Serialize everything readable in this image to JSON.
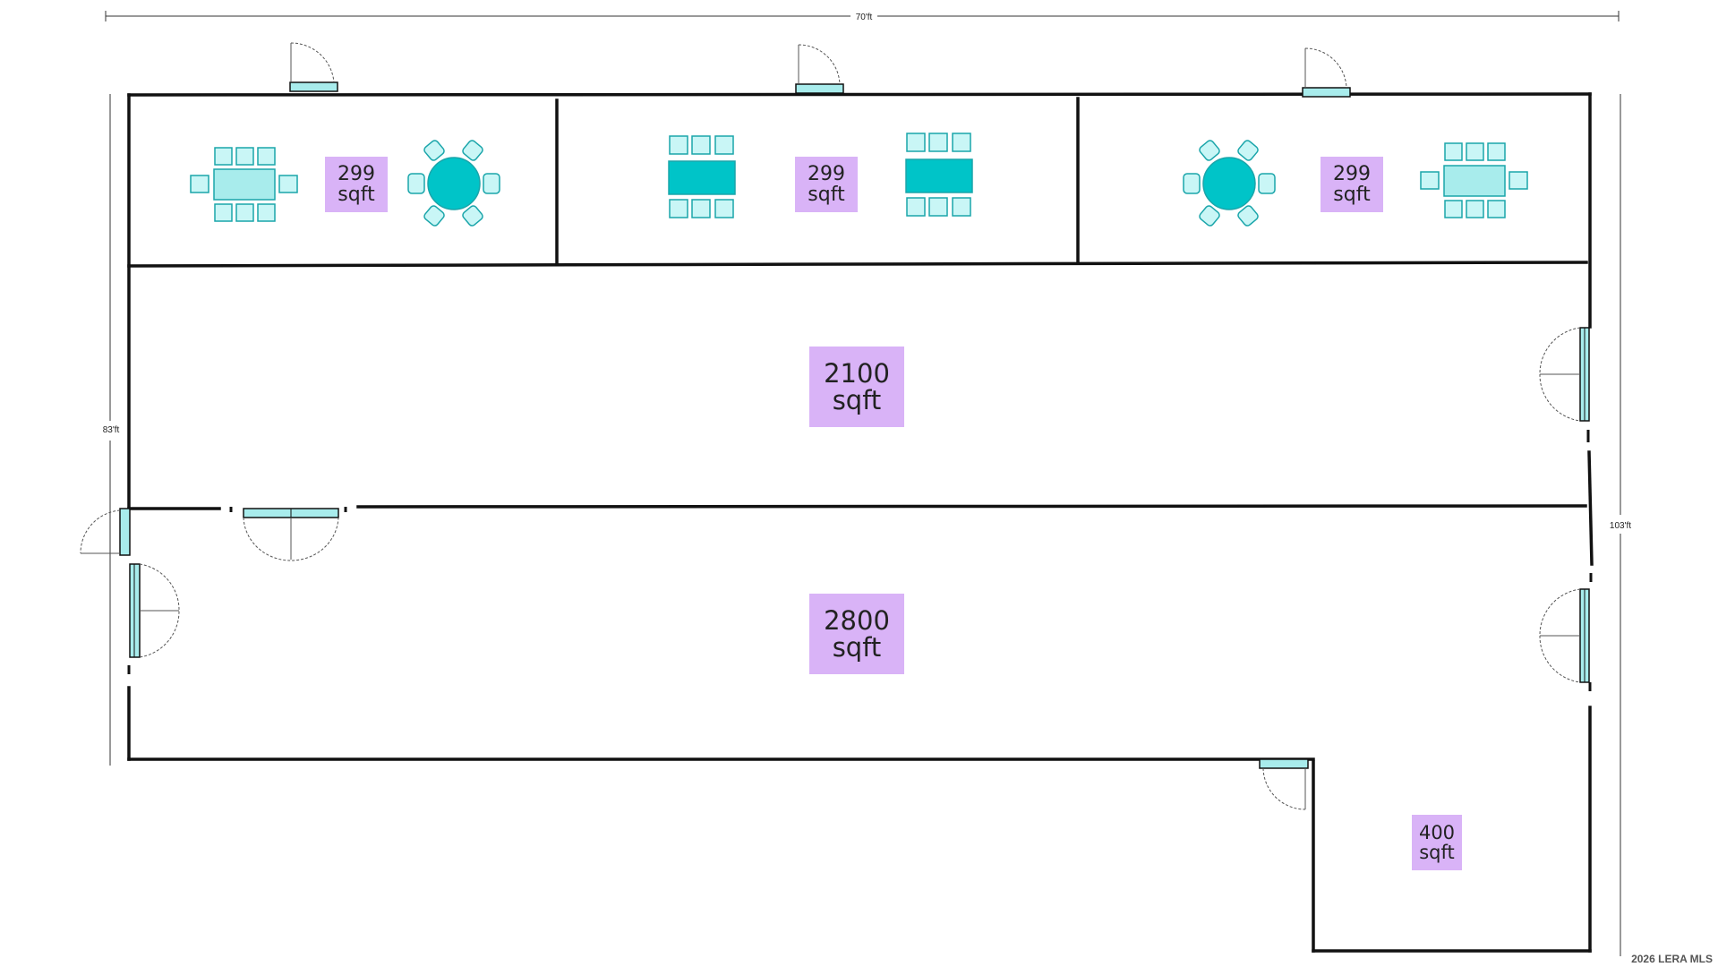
{
  "dimensions": {
    "width_label": "70'ft",
    "height_left_label": "83'ft",
    "height_right_label": "103'ft"
  },
  "rooms": {
    "meeting_1": {
      "value": "299",
      "unit": "sqft"
    },
    "meeting_2": {
      "value": "299",
      "unit": "sqft"
    },
    "meeting_3": {
      "value": "299",
      "unit": "sqft"
    },
    "hall_upper": {
      "value": "2100",
      "unit": "sqft"
    },
    "hall_lower": {
      "value": "2800",
      "unit": "sqft"
    },
    "annex": {
      "value": "400",
      "unit": "sqft"
    }
  },
  "copyright": "2026 LERA MLS",
  "colors": {
    "wall": "#111111",
    "furniture_light": "#a8ecec",
    "furniture_dark": "#00c4c8",
    "furniture_stroke": "#1aa5aa",
    "label_bg": "#d9b3f7"
  }
}
